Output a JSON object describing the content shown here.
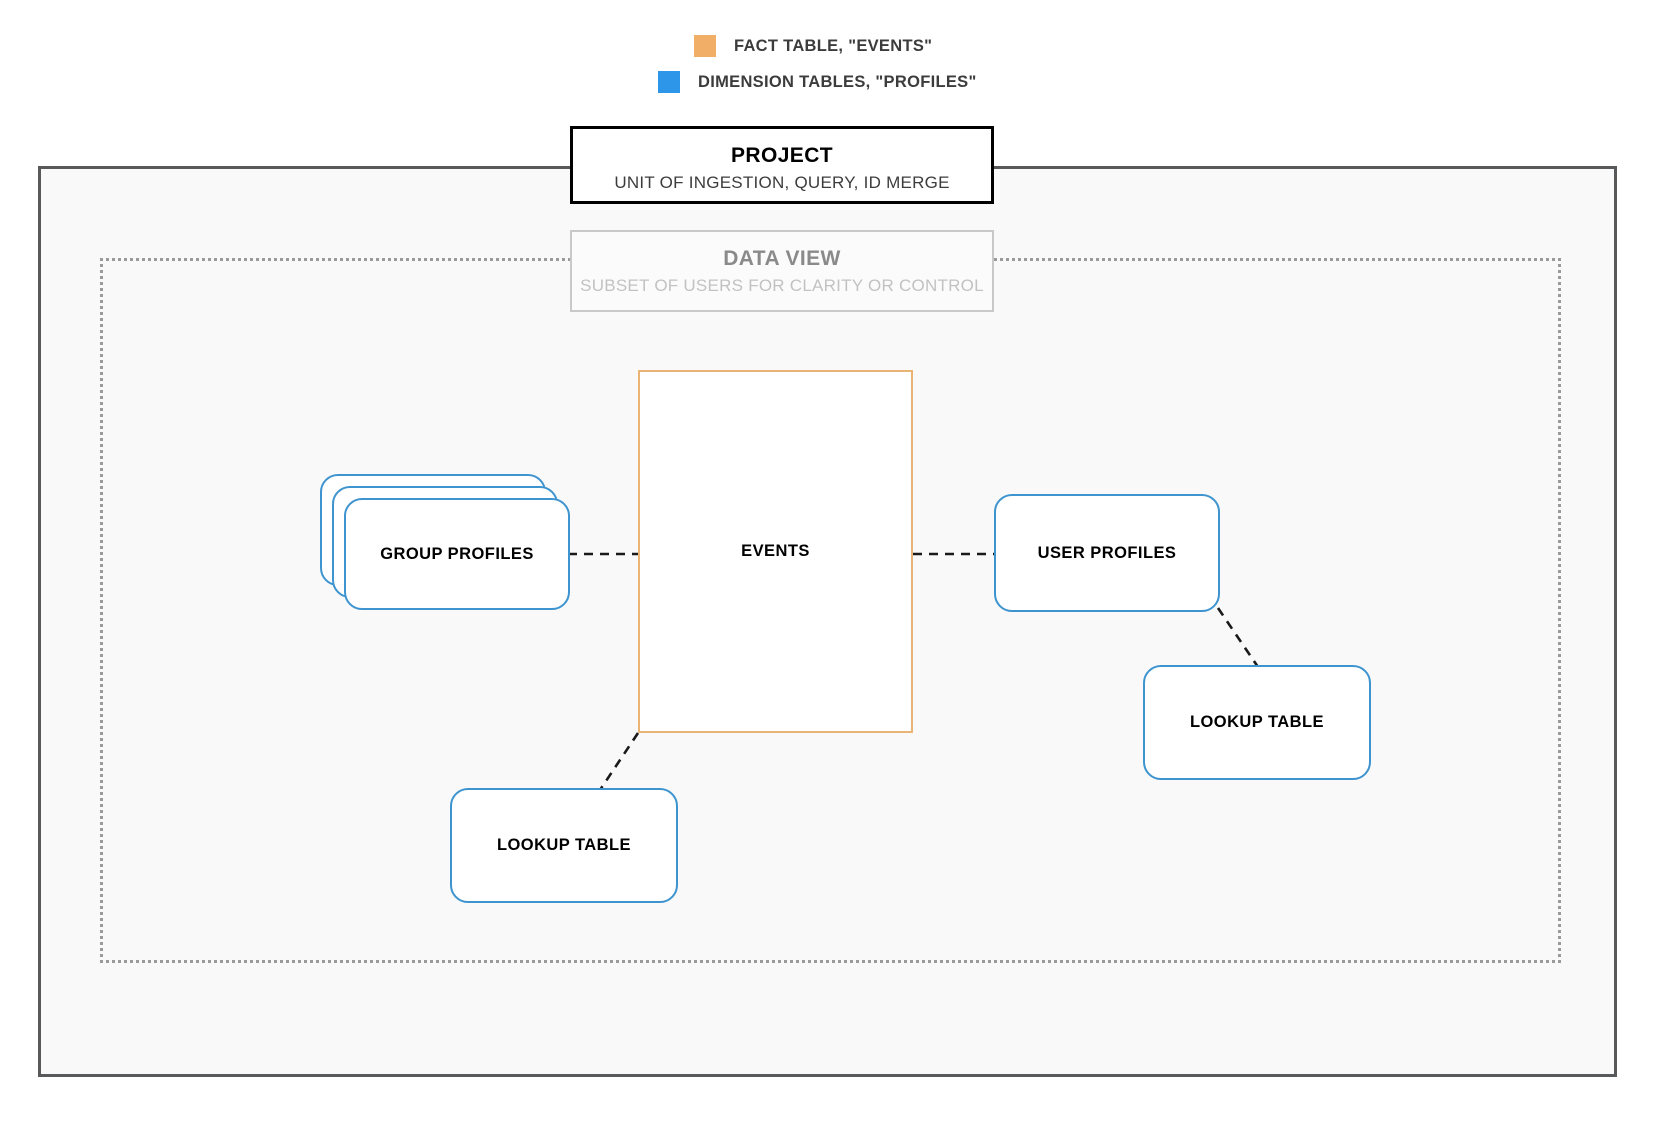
{
  "legend": {
    "items": [
      {
        "label": "FACT TABLE, \"EVENTS\"",
        "color": "#f0ae66",
        "icon": "square-swatch-icon"
      },
      {
        "label": "DIMENSION TABLES, \"PROFILES\"",
        "color": "#2e96e8",
        "icon": "square-swatch-icon"
      }
    ]
  },
  "project": {
    "title": "PROJECT",
    "subtitle": "UNIT OF INGESTION, QUERY, ID MERGE",
    "border_color": "#000000"
  },
  "data_view": {
    "title": "DATA VIEW",
    "subtitle": "SUBSET OF USERS FOR CLARITY OR CONTROL",
    "border_color": "#c9c9c9",
    "text_color": "#8a8a8a"
  },
  "entities": {
    "fact": {
      "label": "EVENTS",
      "border_color": "#e9b474"
    },
    "group_profiles": {
      "label": "GROUP PROFILES",
      "border_color": "#3e94cf",
      "stack_count": 3
    },
    "user_profiles": {
      "label": "USER PROFILES",
      "border_color": "#3e94cf"
    },
    "lookup_table_left": {
      "label": "LOOKUP TABLE",
      "border_color": "#3e94cf"
    },
    "lookup_table_right": {
      "label": "LOOKUP TABLE",
      "border_color": "#3e94cf"
    }
  },
  "connectors": {
    "style": "dashed",
    "color": "#1a1a1a",
    "links": [
      {
        "from": "group-profiles",
        "to": "events"
      },
      {
        "from": "events",
        "to": "user-profiles"
      },
      {
        "from": "events",
        "to": "lookup-table-left"
      },
      {
        "from": "user-profiles",
        "to": "lookup-table-right"
      }
    ]
  }
}
